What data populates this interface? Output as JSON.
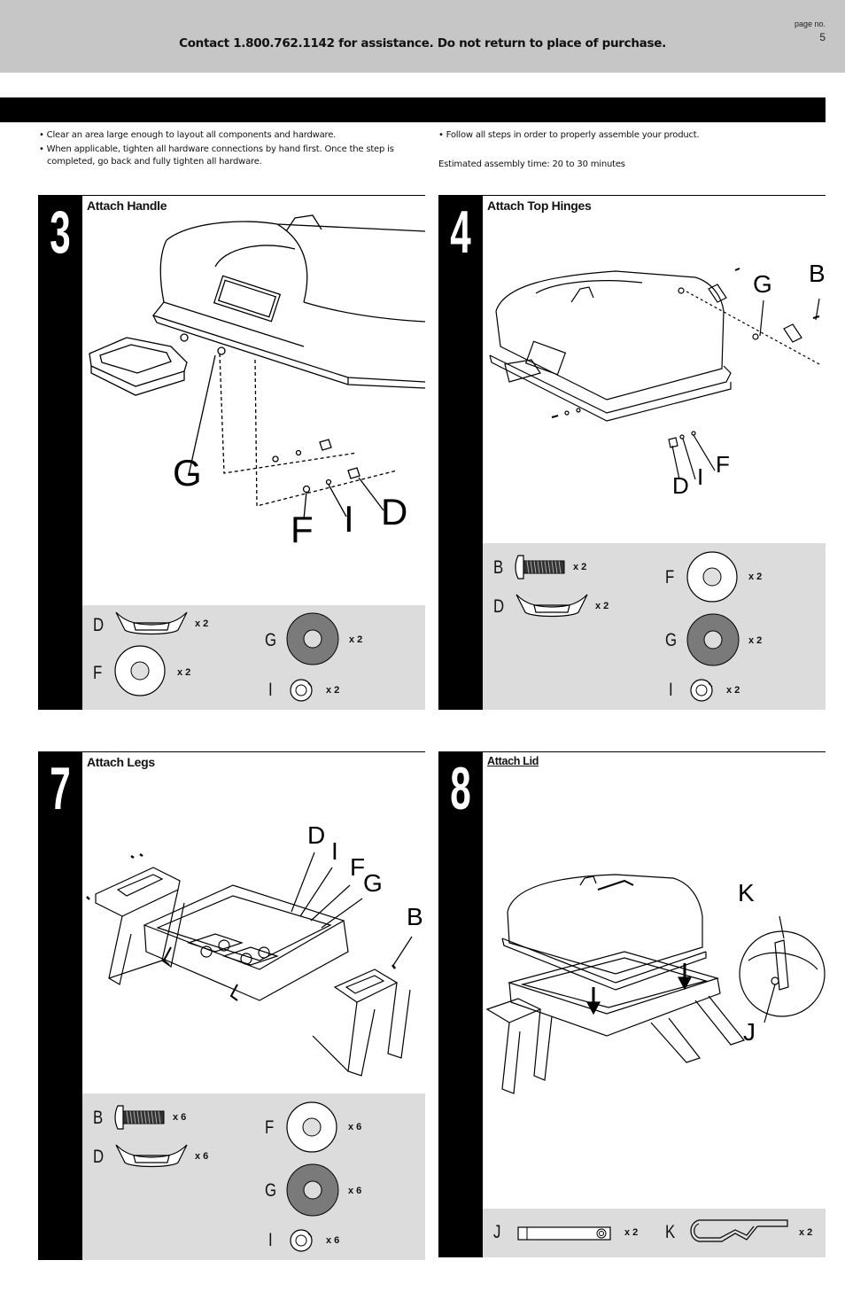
{
  "header": {
    "contact": "Contact 1.800.762.1142 for assistance. Do not return to place of purchase.",
    "page_label": "page no.",
    "page_number": "5"
  },
  "notes": {
    "left": [
      "• Clear an area large enough to layout all components and hardware.",
      "• When applicable, tighten all hardware connections by hand first. Once the step is completed, go back and fully tighten all hardware."
    ],
    "right": [
      "• Follow all steps in order to properly assemble your product."
    ],
    "estimated_time": "Estimated assembly time: 20 to 30 minutes"
  },
  "steps": [
    {
      "number": "3",
      "title": "Attach Handle",
      "callouts": [
        "G",
        "F",
        "I",
        "D"
      ],
      "hardware": [
        {
          "letter": "D",
          "qty": "x 2"
        },
        {
          "letter": "F",
          "qty": "x 2"
        },
        {
          "letter": "G",
          "qty": "x 2"
        },
        {
          "letter": "I",
          "qty": "x 2"
        }
      ]
    },
    {
      "number": "4",
      "title": "Attach Top Hinges",
      "callouts": [
        "G",
        "B",
        "D",
        "I",
        "F"
      ],
      "hardware": [
        {
          "letter": "B",
          "qty": "x 2"
        },
        {
          "letter": "D",
          "qty": "x 2"
        },
        {
          "letter": "F",
          "qty": "x 2"
        },
        {
          "letter": "G",
          "qty": "x 2"
        },
        {
          "letter": "I",
          "qty": "x 2"
        }
      ]
    },
    {
      "number": "7",
      "title": "Attach Legs",
      "callouts": [
        "D",
        "I",
        "F",
        "G",
        "B"
      ],
      "hardware": [
        {
          "letter": "B",
          "qty": "x 6"
        },
        {
          "letter": "D",
          "qty": "x 6"
        },
        {
          "letter": "F",
          "qty": "x 6"
        },
        {
          "letter": "G",
          "qty": "x 6"
        },
        {
          "letter": "I",
          "qty": "x 6"
        }
      ]
    },
    {
      "number": "8",
      "title": "Attach Lid",
      "callouts": [
        "K",
        "J"
      ],
      "hardware": [
        {
          "letter": "J",
          "qty": "x 2"
        },
        {
          "letter": "K",
          "qty": "x 2"
        }
      ]
    }
  ]
}
